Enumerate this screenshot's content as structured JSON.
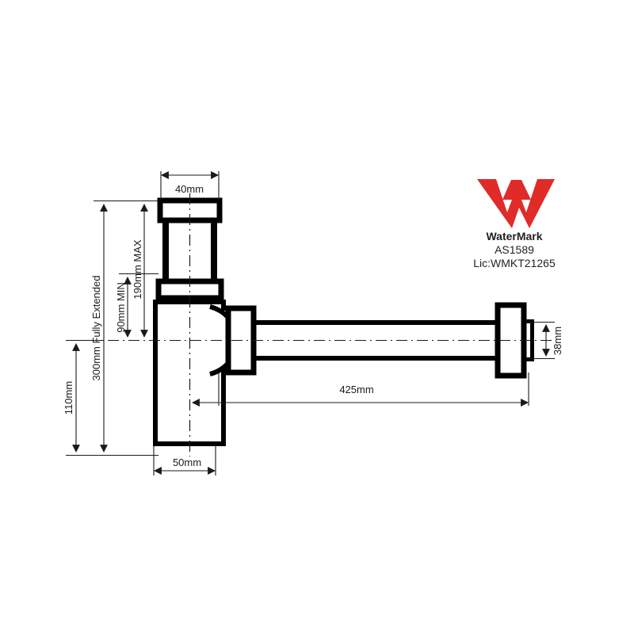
{
  "document": {
    "type": "technical-drawing",
    "subject": "Bottle Trap / P-Trap plumbing assembly dimensioned drawing",
    "background_color": "#ffffff",
    "line_color": "#000000"
  },
  "dimensions": {
    "top_width": {
      "label": "40mm",
      "orientation": "horizontal",
      "position": "top of riser inlet flange"
    },
    "riser_max": {
      "label": "190mm MAX",
      "orientation": "vertical-rotated",
      "position": "left of riser"
    },
    "riser_min": {
      "label": "90mm MIN",
      "orientation": "vertical-rotated",
      "position": "left of riser inner"
    },
    "fully_extended": {
      "label": "300mm Fully Extended",
      "orientation": "vertical-rotated",
      "position": "far left overall height"
    },
    "lower_height": {
      "label": "110mm",
      "orientation": "vertical-rotated",
      "position": "leftmost, centreline to base"
    },
    "outlet_height": {
      "label": "38mm",
      "orientation": "vertical-rotated",
      "position": "right of outlet pipe"
    },
    "horizontal_run": {
      "label": "425mm",
      "orientation": "horizontal",
      "position": "below horizontal outlet pipe"
    },
    "base_width": {
      "label": "50mm",
      "orientation": "horizontal",
      "position": "below trap body"
    }
  },
  "watermark": {
    "logo_name": "watermark-w-logo",
    "logo_color": "#e02b28",
    "line1": "WaterMark",
    "line2": "AS1589",
    "line3": "Lic:WMKT21265"
  }
}
